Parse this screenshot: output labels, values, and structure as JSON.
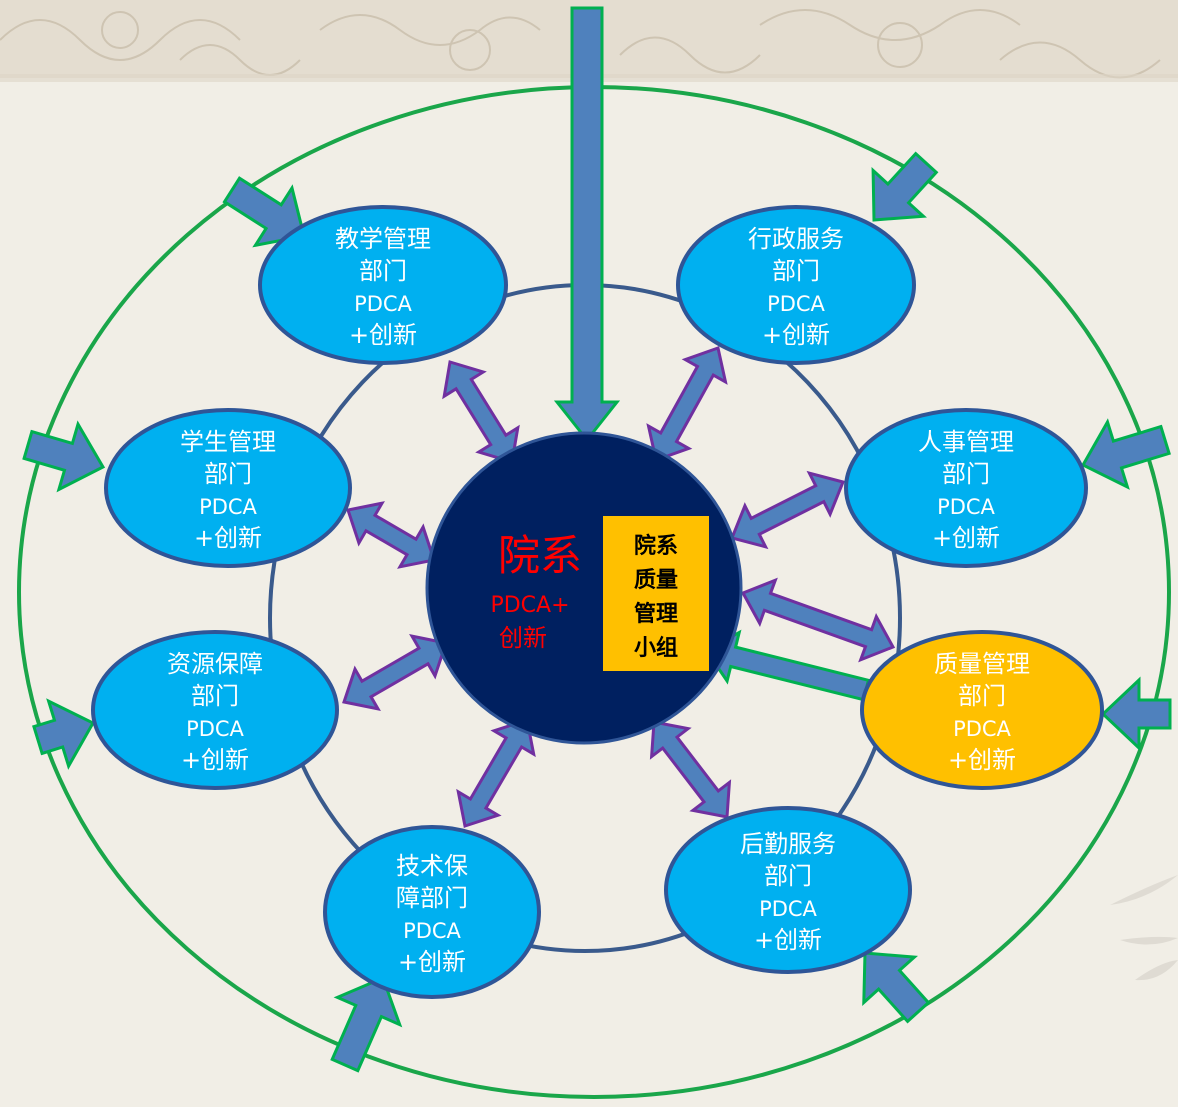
{
  "colors": {
    "background": "#f1eee6",
    "outer_ring": "#1aa64a",
    "inner_ring": "#3a5a8c",
    "dept_fill": "#00b0f0",
    "dept_stroke": "#2f5597",
    "quality_fill": "#ffc000",
    "center_fill": "#002060",
    "arrow_fill": "#4f81bd",
    "arrow_outline_purple": "#7030a0",
    "arrow_outline_green": "#00b050",
    "center_text_red": "#ff0000",
    "group_box": "#ffc000"
  },
  "center": {
    "title": "院系",
    "line2": "PDCA+",
    "line3": "创新"
  },
  "group_box": {
    "lines": [
      "院系",
      "质量",
      "管理",
      "小组"
    ]
  },
  "departments": [
    {
      "id": "teaching",
      "lines": [
        "教学管理",
        "部门",
        "PDCA",
        "+创新"
      ],
      "fill": "#00b0f0"
    },
    {
      "id": "admin",
      "lines": [
        "行政服务",
        "部门",
        "PDCA",
        "+创新"
      ],
      "fill": "#00b0f0"
    },
    {
      "id": "student",
      "lines": [
        "学生管理",
        "部门",
        "PDCA",
        "+创新"
      ],
      "fill": "#00b0f0"
    },
    {
      "id": "hr",
      "lines": [
        "人事管理",
        "部门",
        "PDCA",
        "+创新"
      ],
      "fill": "#00b0f0"
    },
    {
      "id": "resource",
      "lines": [
        "资源保障",
        "部门",
        "PDCA",
        "+创新"
      ],
      "fill": "#00b0f0"
    },
    {
      "id": "quality",
      "lines": [
        "质量管理",
        "部门",
        "PDCA",
        "+创新"
      ],
      "fill": "#ffc000"
    },
    {
      "id": "tech",
      "lines": [
        "技术保",
        "障部门",
        "PDCA",
        "+创新"
      ],
      "fill": "#00b0f0"
    },
    {
      "id": "logistics",
      "lines": [
        "后勤服务",
        "部门",
        "PDCA",
        "+创新"
      ],
      "fill": "#00b0f0"
    }
  ]
}
